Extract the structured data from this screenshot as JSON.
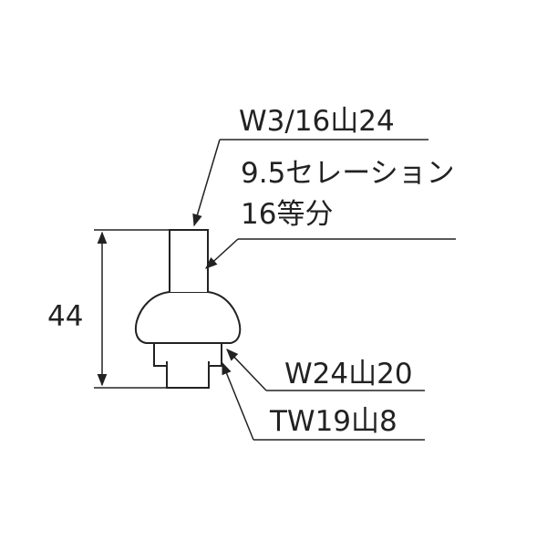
{
  "labels": {
    "thread_top": "W3/16山24",
    "serration": "9.5セレーション",
    "division": "16等分",
    "thread_mid": "W24山20",
    "thread_bottom": "TW19山8"
  },
  "dimensions": {
    "height": "44"
  },
  "colors": {
    "line": "#222222",
    "part_fill": "#ffffff"
  }
}
